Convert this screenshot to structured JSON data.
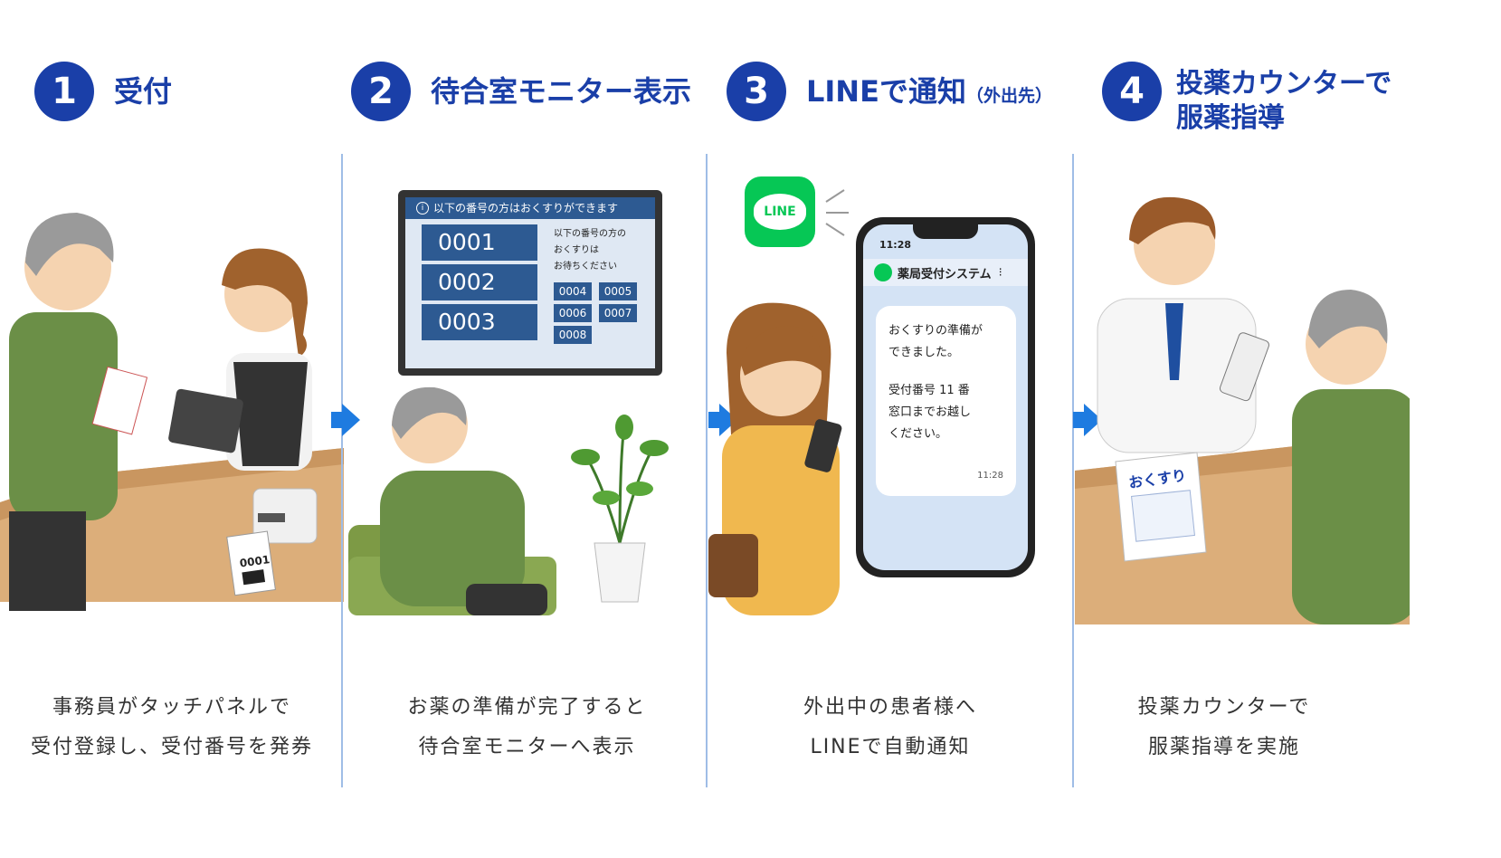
{
  "steps": [
    {
      "number": "1",
      "title": "受付",
      "caption_line1": "事務員がタッチパネルで",
      "caption_line2": "受付登録し、受付番号を発券"
    },
    {
      "number": "2",
      "title": "待合室モニター表示",
      "caption_line1": "お薬の準備が完了すると",
      "caption_line2": "待合室モニターへ表示"
    },
    {
      "number": "3",
      "title": "LINEで通知",
      "title_sub": "（外出先）",
      "caption_line1": "外出中の患者様へ",
      "caption_line2": "LINEで自動通知"
    },
    {
      "number": "4",
      "title_line1": "投薬カウンターで",
      "title_line2": "服薬指導",
      "caption_line1": "投薬カウンターで",
      "caption_line2": "服薬指導を実施"
    }
  ],
  "ticket": {
    "number": "0001"
  },
  "monitor": {
    "header": "以下の番号の方はおくすりができます",
    "big_numbers": [
      "0001",
      "0002",
      "0003"
    ],
    "wait_line1": "以下の番号の方の",
    "wait_line2": "おくすりは",
    "wait_line3": "お待ちください",
    "small_numbers": [
      "0004",
      "0005",
      "0006",
      "0007",
      "0008"
    ]
  },
  "line_logo": "LINE",
  "phone": {
    "time": "11:28",
    "app_name": "薬局受付システム",
    "message_line1": "おくすりの準備が",
    "message_line2": "できました。",
    "message_line3": "受付番号 11 番",
    "message_line4": "窓口までお越し",
    "message_line5": "ください。",
    "message_time": "11:28"
  },
  "counter_sign": "おくすり",
  "colors": {
    "accent": "#1a3fa8",
    "arrow": "#1e7be0",
    "line_green": "#06c755"
  }
}
